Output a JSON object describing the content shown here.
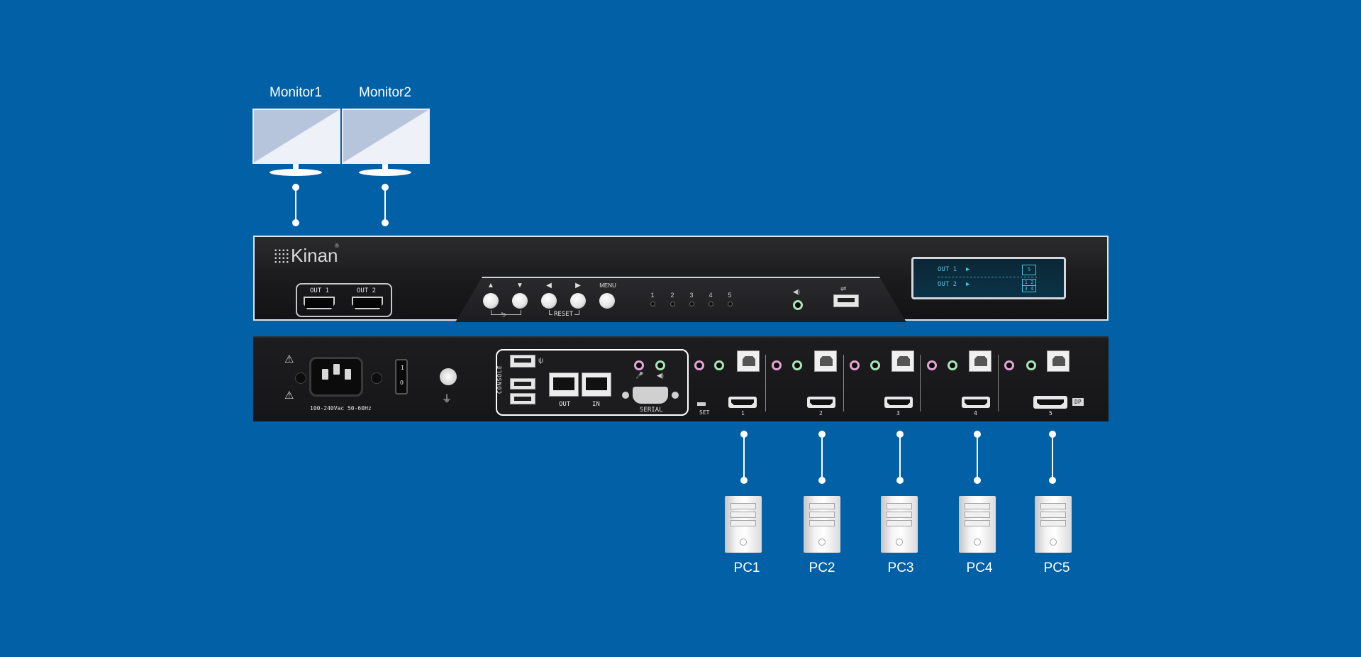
{
  "monitors": [
    {
      "label": "Monitor1"
    },
    {
      "label": "Monitor2"
    }
  ],
  "front_panel": {
    "brand": "Kinan",
    "registered_mark": "®",
    "hdmi_outputs": [
      "OUT 1",
      "OUT 2"
    ],
    "buttons": [
      {
        "glyph": "▲"
      },
      {
        "glyph": "▼"
      },
      {
        "glyph": "◀"
      },
      {
        "glyph": "▶"
      },
      {
        "glyph": "MENU"
      }
    ],
    "back_symbol": "⮌",
    "reset_label": "RESET",
    "port_leds": [
      "1",
      "2",
      "3",
      "4",
      "5"
    ],
    "audio_icon": "speaker-icon",
    "usb_icon": "usb-icon",
    "lcd": {
      "rows": [
        "OUT 1",
        "OUT 2"
      ],
      "arrow": "▶",
      "layout_1": "5",
      "layout_2_top": "1 2",
      "layout_2_bottom": "3 4"
    }
  },
  "rear_panel": {
    "power_rating": "100-240Vac 50-60Hz",
    "switch_on": "I",
    "switch_off": "O",
    "console_label": "CONSOLE",
    "network_ports": [
      "OUT",
      "IN"
    ],
    "serial_label": "SERIAL",
    "set_label": "SET",
    "pc_ports": [
      "1",
      "2",
      "3",
      "4",
      "5"
    ],
    "dp_label": "DP"
  },
  "computers": [
    {
      "label": "PC1"
    },
    {
      "label": "PC2"
    },
    {
      "label": "PC3"
    },
    {
      "label": "PC4"
    },
    {
      "label": "PC5"
    }
  ]
}
